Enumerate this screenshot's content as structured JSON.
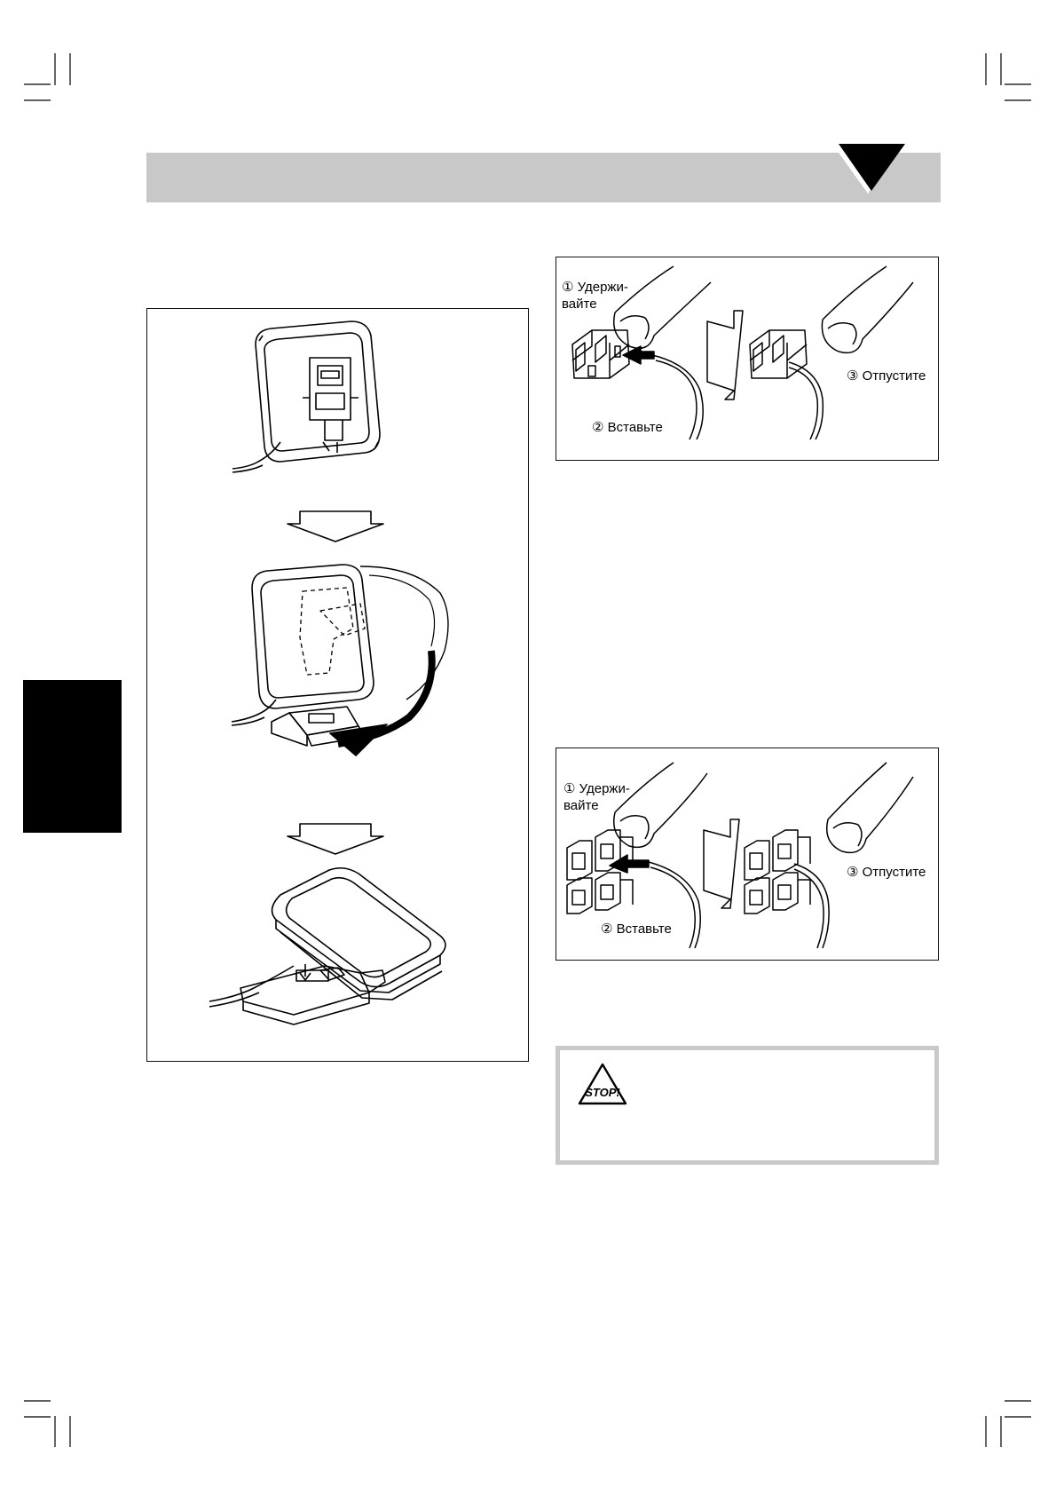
{
  "figure_connector_speaker": {
    "hold": "① Удержи-\nвайте",
    "insert": "② Вставьте",
    "release": "③ Отпустите"
  },
  "figure_connector_terminal": {
    "hold": "① Удержи-\nвайте",
    "insert": "② Вставьте",
    "release": "③ Отпустите"
  },
  "stop_icon": {
    "text": "STOP!"
  },
  "colors": {
    "header_bar": "#c8c8c8",
    "left_tab": "#000000",
    "stop_border": "#c9c9c9"
  }
}
